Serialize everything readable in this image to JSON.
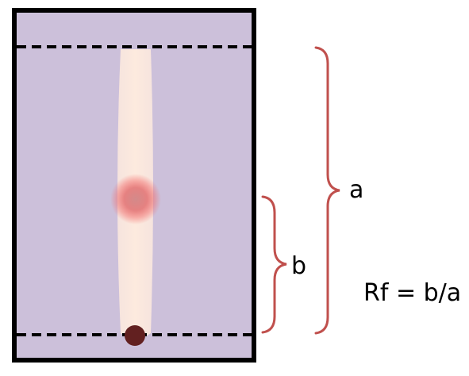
{
  "labels": {
    "a": "a",
    "b": "b",
    "formula": "Rf = b/a"
  },
  "colors": {
    "plate_fill": "#ccc0da",
    "plate_border": "#000000",
    "lane_fill": "#fdeade",
    "spot_glow": "#f26a6a",
    "spot_core": "#d38a8a",
    "origin_dot": "#622020",
    "brace_color": "#c0504d",
    "dashed_line": "#000000"
  }
}
